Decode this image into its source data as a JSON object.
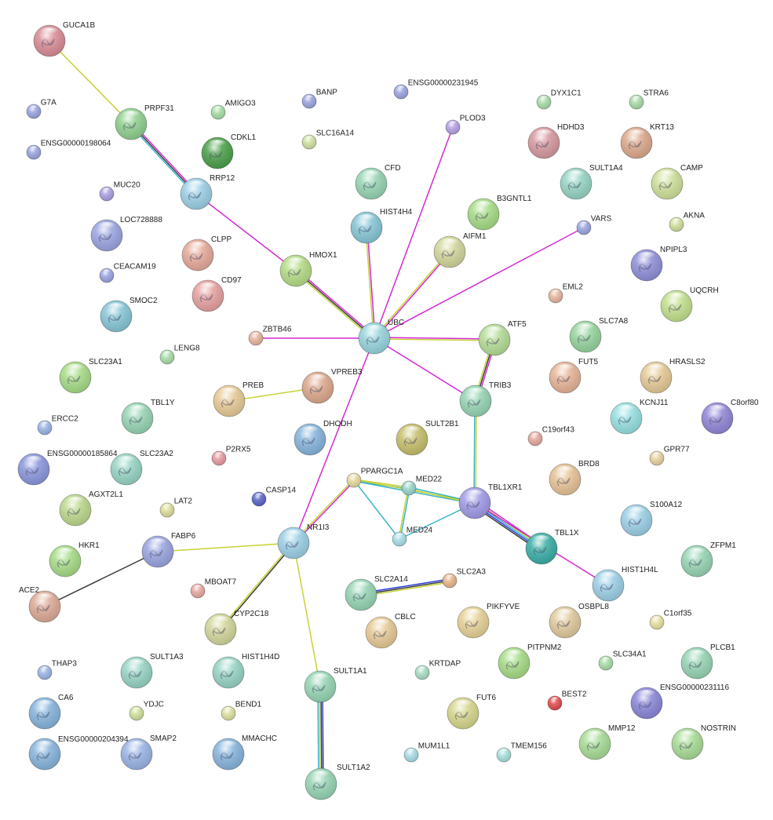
{
  "network": {
    "colors": {
      "database": "#d22ad2",
      "textmining": "#c7d233",
      "experiment": "#38b4c8",
      "coexpression": "#3b3b3b",
      "homology": "#2a3fd6",
      "gray": "#555555"
    },
    "nodes": [
      {
        "id": "GUCA1B",
        "label": "GUCA1B",
        "color": "#d98c96",
        "size": "large"
      },
      {
        "id": "PRPF31",
        "label": "PRPF31",
        "color": "#8fd08f",
        "size": "large"
      },
      {
        "id": "G7A",
        "label": "G7A",
        "color": "#9aa4e0",
        "size": "small"
      },
      {
        "id": "ENSG00000198064",
        "label": "ENSG00000198064",
        "color": "#9aa4e0",
        "size": "small"
      },
      {
        "id": "AMIGO3",
        "label": "AMIGO3",
        "color": "#a8dca8",
        "size": "small"
      },
      {
        "id": "CDKL1",
        "label": "CDKL1",
        "color": "#4aa04a",
        "size": "large"
      },
      {
        "id": "RRP12",
        "label": "RRP12",
        "color": "#9ccfe6",
        "size": "large"
      },
      {
        "id": "MUC20",
        "label": "MUC20",
        "color": "#a89ee0",
        "size": "small"
      },
      {
        "id": "LOC728888",
        "label": "LOC728888",
        "color": "#9aa4e0",
        "size": "large"
      },
      {
        "id": "CEACAM19",
        "label": "CEACAM19",
        "color": "#9aa4e0",
        "size": "small"
      },
      {
        "id": "SMOC2",
        "label": "SMOC2",
        "color": "#86c6d6",
        "size": "large"
      },
      {
        "id": "CLPP",
        "label": "CLPP",
        "color": "#e6a99a",
        "size": "large"
      },
      {
        "id": "CD97",
        "label": "CD97",
        "color": "#e6a0a0",
        "size": "large"
      },
      {
        "id": "BANP",
        "label": "BANP",
        "color": "#9aa4e0",
        "size": "small"
      },
      {
        "id": "SLC16A14",
        "label": "SLC16A14",
        "color": "#cfe0a0",
        "size": "small"
      },
      {
        "id": "ENSG00000231945",
        "label": "ENSG00000231945",
        "color": "#9aa4e0",
        "size": "small"
      },
      {
        "id": "PLOD3",
        "label": "PLOD3",
        "color": "#b49ee6",
        "size": "small"
      },
      {
        "id": "CFD",
        "label": "CFD",
        "color": "#96d4b4",
        "size": "large"
      },
      {
        "id": "HIST4H4",
        "label": "HIST4H4",
        "color": "#86c6d6",
        "size": "large"
      },
      {
        "id": "HMOX1",
        "label": "HMOX1",
        "color": "#b4dc86",
        "size": "large"
      },
      {
        "id": "B3GNTL1",
        "label": "B3GNTL1",
        "color": "#a6dc86",
        "size": "large"
      },
      {
        "id": "AIFM1",
        "label": "AIFM1",
        "color": "#d2d69a",
        "size": "large"
      },
      {
        "id": "DYX1C1",
        "label": "DYX1C1",
        "color": "#a8dca8",
        "size": "small"
      },
      {
        "id": "STRA6",
        "label": "STRA6",
        "color": "#a8dca8",
        "size": "small"
      },
      {
        "id": "HDHD3",
        "label": "HDHD3",
        "color": "#d698a0",
        "size": "large"
      },
      {
        "id": "KRT13",
        "label": "KRT13",
        "color": "#dca88c",
        "size": "large"
      },
      {
        "id": "SULT1A4",
        "label": "SULT1A4",
        "color": "#96d4c4",
        "size": "large"
      },
      {
        "id": "CAMP",
        "label": "CAMP",
        "color": "#cfe09a",
        "size": "large"
      },
      {
        "id": "VARS",
        "label": "VARS",
        "color": "#9aa4e0",
        "size": "small"
      },
      {
        "id": "AKNA",
        "label": "AKNA",
        "color": "#cfe09a",
        "size": "small"
      },
      {
        "id": "NPIPL3",
        "label": "NPIPL3",
        "color": "#8f8ed8",
        "size": "large"
      },
      {
        "id": "UQCRH",
        "label": "UQCRH",
        "color": "#c2e08c",
        "size": "large"
      },
      {
        "id": "EML2",
        "label": "EML2",
        "color": "#e6b49e",
        "size": "small"
      },
      {
        "id": "ZBTB46",
        "label": "ZBTB46",
        "color": "#e6b49e",
        "size": "small"
      },
      {
        "id": "UBC",
        "label": "UBC",
        "color": "#96d4dc",
        "size": "large"
      },
      {
        "id": "ATF5",
        "label": "ATF5",
        "color": "#b4dc96",
        "size": "large"
      },
      {
        "id": "SLC7A8",
        "label": "SLC7A8",
        "color": "#96d49e",
        "size": "large"
      },
      {
        "id": "LENG8",
        "label": "LENG8",
        "color": "#a8dca8",
        "size": "small"
      },
      {
        "id": "SLC23A1",
        "label": "SLC23A1",
        "color": "#a6dc86",
        "size": "large"
      },
      {
        "id": "PREB",
        "label": "PREB",
        "color": "#e6ca96",
        "size": "large"
      },
      {
        "id": "VPREB3",
        "label": "VPREB3",
        "color": "#dca88c",
        "size": "large"
      },
      {
        "id": "TRIB3",
        "label": "TRIB3",
        "color": "#96d4b4",
        "size": "large"
      },
      {
        "id": "FUT5",
        "label": "FUT5",
        "color": "#e6b496",
        "size": "large"
      },
      {
        "id": "HRASLS2",
        "label": "HRASLS2",
        "color": "#e6ca96",
        "size": "large"
      },
      {
        "id": "KCNJ11",
        "label": "KCNJ11",
        "color": "#96e0e0",
        "size": "large"
      },
      {
        "id": "C8orf80",
        "label": "C8orf80",
        "color": "#9086d6",
        "size": "large"
      },
      {
        "id": "TBL1Y",
        "label": "TBL1Y",
        "color": "#96d4b4",
        "size": "large"
      },
      {
        "id": "ERCC2",
        "label": "ERCC2",
        "color": "#9ab4e6",
        "size": "small"
      },
      {
        "id": "DHODH",
        "label": "DHODH",
        "color": "#86b4dc",
        "size": "large"
      },
      {
        "id": "SULT2B1",
        "label": "SULT2B1",
        "color": "#c6be6a",
        "size": "large"
      },
      {
        "id": "C19orf43",
        "label": "C19orf43",
        "color": "#e6a8a0",
        "size": "small"
      },
      {
        "id": "BRD8",
        "label": "BRD8",
        "color": "#e6c296",
        "size": "large"
      },
      {
        "id": "GPR77",
        "label": "GPR77",
        "color": "#e6d2a0",
        "size": "small"
      },
      {
        "id": "ENSG00000185864",
        "label": "ENSG00000185864",
        "color": "#8a96dc",
        "size": "large"
      },
      {
        "id": "SLC23A2",
        "label": "SLC23A2",
        "color": "#96d4c4",
        "size": "large"
      },
      {
        "id": "P2RX5",
        "label": "P2RX5",
        "color": "#e69a9e",
        "size": "small"
      },
      {
        "id": "PPARGC1A",
        "label": "PPARGC1A",
        "color": "#e6d8a0",
        "size": "small"
      },
      {
        "id": "MED22",
        "label": "MED22",
        "color": "#96d4c8",
        "size": "small"
      },
      {
        "id": "TBL1XR1",
        "label": "TBL1XR1",
        "color": "#a09ae6",
        "size": "large"
      },
      {
        "id": "AGXT2L1",
        "label": "AGXT2L1",
        "color": "#bcd88c",
        "size": "large"
      },
      {
        "id": "LAT2",
        "label": "LAT2",
        "color": "#dcdc9a",
        "size": "small"
      },
      {
        "id": "CASP14",
        "label": "CASP14",
        "color": "#5a64c8",
        "size": "small"
      },
      {
        "id": "S100A12",
        "label": "S100A12",
        "color": "#9ccfe6",
        "size": "large"
      },
      {
        "id": "FABP6",
        "label": "FABP6",
        "color": "#9aa4e0",
        "size": "large"
      },
      {
        "id": "NR1I3",
        "label": "NR1I3",
        "color": "#9ccfe6",
        "size": "large"
      },
      {
        "id": "MED24",
        "label": "MED24",
        "color": "#a8dce6",
        "size": "small"
      },
      {
        "id": "TBL1X",
        "label": "TBL1X",
        "color": "#3aaea6",
        "size": "large"
      },
      {
        "id": "HKR1",
        "label": "HKR1",
        "color": "#a6dc86",
        "size": "large"
      },
      {
        "id": "ZFPM1",
        "label": "ZFPM1",
        "color": "#96d4b4",
        "size": "large"
      },
      {
        "id": "ACE2",
        "label": "ACE2",
        "color": "#dcaa96",
        "size": "large"
      },
      {
        "id": "MBOAT7",
        "label": "MBOAT7",
        "color": "#e6a8a0",
        "size": "small"
      },
      {
        "id": "SLC2A14",
        "label": "SLC2A14",
        "color": "#96d4b4",
        "size": "large"
      },
      {
        "id": "SLC2A3",
        "label": "SLC2A3",
        "color": "#e6b48c",
        "size": "small"
      },
      {
        "id": "HIST1H4L",
        "label": "HIST1H4L",
        "color": "#9ccfe6",
        "size": "large"
      },
      {
        "id": "CYP2C18",
        "label": "CYP2C18",
        "color": "#d2d69a",
        "size": "large"
      },
      {
        "id": "CBLC",
        "label": "CBLC",
        "color": "#e6ca96",
        "size": "large"
      },
      {
        "id": "PIKFYVE",
        "label": "PIKFYVE",
        "color": "#e6d296",
        "size": "large"
      },
      {
        "id": "OSBPL8",
        "label": "OSBPL8",
        "color": "#e0ca9e",
        "size": "large"
      },
      {
        "id": "C1orf35",
        "label": "C1orf35",
        "color": "#e6e0a0",
        "size": "small"
      },
      {
        "id": "THAP3",
        "label": "THAP3",
        "color": "#9ab4e6",
        "size": "small"
      },
      {
        "id": "SULT1A3",
        "label": "SULT1A3",
        "color": "#96d4c4",
        "size": "large"
      },
      {
        "id": "HIST1H4D",
        "label": "HIST1H4D",
        "color": "#96d4c4",
        "size": "large"
      },
      {
        "id": "SULT1A1",
        "label": "SULT1A1",
        "color": "#96d4b4",
        "size": "large"
      },
      {
        "id": "KRTDAP",
        "label": "KRTDAP",
        "color": "#a8dcc4",
        "size": "small"
      },
      {
        "id": "PITPNM2",
        "label": "PITPNM2",
        "color": "#a6dc86",
        "size": "large"
      },
      {
        "id": "SLC34A1",
        "label": "SLC34A1",
        "color": "#a8dca8",
        "size": "small"
      },
      {
        "id": "PLCB1",
        "label": "PLCB1",
        "color": "#96d4b4",
        "size": "large"
      },
      {
        "id": "CA6",
        "label": "CA6",
        "color": "#86b4dc",
        "size": "large"
      },
      {
        "id": "YDJC",
        "label": "YDJC",
        "color": "#cfe09a",
        "size": "small"
      },
      {
        "id": "BEND1",
        "label": "BEND1",
        "color": "#dce0a0",
        "size": "small"
      },
      {
        "id": "FUT6",
        "label": "FUT6",
        "color": "#d6d68c",
        "size": "large"
      },
      {
        "id": "BEST2",
        "label": "BEST2",
        "color": "#e04a4a",
        "size": "small"
      },
      {
        "id": "ENSG00000231116",
        "label": "ENSG00000231116",
        "color": "#8a86d8",
        "size": "large"
      },
      {
        "id": "ENSG00000204394",
        "label": "ENSG00000204394",
        "color": "#86b4dc",
        "size": "large"
      },
      {
        "id": "SMAP2",
        "label": "SMAP2",
        "color": "#9ab4e6",
        "size": "large"
      },
      {
        "id": "MMACHC",
        "label": "MMACHC",
        "color": "#86b4dc",
        "size": "large"
      },
      {
        "id": "MUM1L1",
        "label": "MUM1L1",
        "color": "#a8dce6",
        "size": "small"
      },
      {
        "id": "TMEM156",
        "label": "TMEM156",
        "color": "#a8e0dc",
        "size": "small"
      },
      {
        "id": "MMP12",
        "label": "MMP12",
        "color": "#a8dc96",
        "size": "large"
      },
      {
        "id": "NOSTRIN",
        "label": "NOSTRIN",
        "color": "#a8dc96",
        "size": "large"
      },
      {
        "id": "SULT1A2",
        "label": "SULT1A2",
        "color": "#96d4b4",
        "size": "large"
      }
    ],
    "edges": [
      {
        "from": "GUCA1B",
        "to": "PRPF31",
        "types": [
          "textmining"
        ]
      },
      {
        "from": "PRPF31",
        "to": "RRP12",
        "types": [
          "database",
          "coexpression",
          "experiment"
        ]
      },
      {
        "from": "RRP12",
        "to": "HMOX1",
        "types": [
          "database"
        ]
      },
      {
        "from": "HMOX1",
        "to": "UBC",
        "types": [
          "database",
          "coexpression",
          "textmining"
        ]
      },
      {
        "from": "HIST4H4",
        "to": "UBC",
        "types": [
          "database",
          "textmining"
        ]
      },
      {
        "from": "PLOD3",
        "to": "UBC",
        "types": [
          "database"
        ]
      },
      {
        "from": "AIFM1",
        "to": "UBC",
        "types": [
          "database",
          "textmining"
        ]
      },
      {
        "from": "VARS",
        "to": "UBC",
        "types": [
          "database"
        ]
      },
      {
        "from": "ZBTB46",
        "to": "UBC",
        "types": [
          "database"
        ]
      },
      {
        "from": "UBC",
        "to": "ATF5",
        "types": [
          "database",
          "textmining"
        ]
      },
      {
        "from": "UBC",
        "to": "TRIB3",
        "types": [
          "database"
        ]
      },
      {
        "from": "UBC",
        "to": "NR1I3",
        "types": [
          "database"
        ]
      },
      {
        "from": "ATF5",
        "to": "TRIB3",
        "types": [
          "database",
          "coexpression",
          "textmining"
        ]
      },
      {
        "from": "TRIB3",
        "to": "TBL1XR1",
        "types": [
          "textmining",
          "experiment"
        ]
      },
      {
        "from": "PREB",
        "to": "VPREB3",
        "types": [
          "textmining"
        ]
      },
      {
        "from": "PPARGC1A",
        "to": "NR1I3",
        "types": [
          "database",
          "textmining"
        ]
      },
      {
        "from": "PPARGC1A",
        "to": "MED22",
        "types": [
          "textmining",
          "experiment"
        ]
      },
      {
        "from": "PPARGC1A",
        "to": "MED24",
        "types": [
          "experiment"
        ]
      },
      {
        "from": "PPARGC1A",
        "to": "TBL1XR1",
        "types": [
          "textmining",
          "experiment"
        ]
      },
      {
        "from": "MED22",
        "to": "MED24",
        "types": [
          "experiment",
          "textmining"
        ]
      },
      {
        "from": "MED22",
        "to": "TBL1XR1",
        "types": [
          "experiment",
          "textmining"
        ]
      },
      {
        "from": "MED24",
        "to": "TBL1XR1",
        "types": [
          "experiment"
        ]
      },
      {
        "from": "TBL1XR1",
        "to": "TBL1X",
        "types": [
          "database",
          "textmining",
          "experiment",
          "homology",
          "coexpression"
        ]
      },
      {
        "from": "TBL1XR1",
        "to": "HIST1H4L",
        "types": [
          "database"
        ]
      },
      {
        "from": "FABP6",
        "to": "NR1I3",
        "types": [
          "textmining"
        ]
      },
      {
        "from": "FABP6",
        "to": "ACE2",
        "types": [
          "coexpression"
        ]
      },
      {
        "from": "NR1I3",
        "to": "CYP2C18",
        "types": [
          "coexpression",
          "textmining"
        ]
      },
      {
        "from": "NR1I3",
        "to": "SULT1A1",
        "types": [
          "textmining"
        ]
      },
      {
        "from": "SLC2A14",
        "to": "SLC2A3",
        "types": [
          "homology",
          "coexpression",
          "textmining"
        ]
      },
      {
        "from": "SULT1A1",
        "to": "SULT1A2",
        "types": [
          "homology",
          "coexpression",
          "textmining",
          "experiment"
        ]
      }
    ]
  }
}
